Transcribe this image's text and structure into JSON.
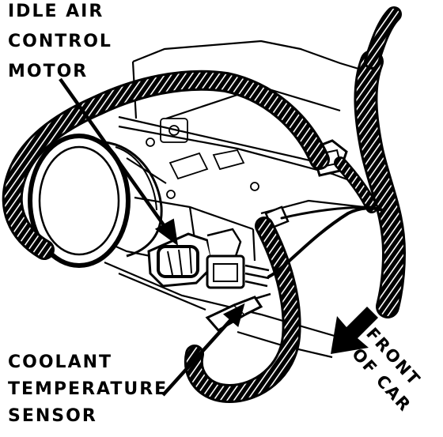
{
  "labels": {
    "idle_air_control_motor": [
      "IDLE AIR",
      "CONTROL",
      "MOTOR"
    ],
    "coolant_temperature_sensor": [
      "COOLANT",
      "TEMPERATURE",
      "SENSOR"
    ],
    "front_of_car": [
      "FRONT",
      "OF CAR"
    ]
  },
  "colors": {
    "ink": "#000000",
    "paper": "#ffffff"
  },
  "icons": [
    "direction-arrow-icon"
  ]
}
